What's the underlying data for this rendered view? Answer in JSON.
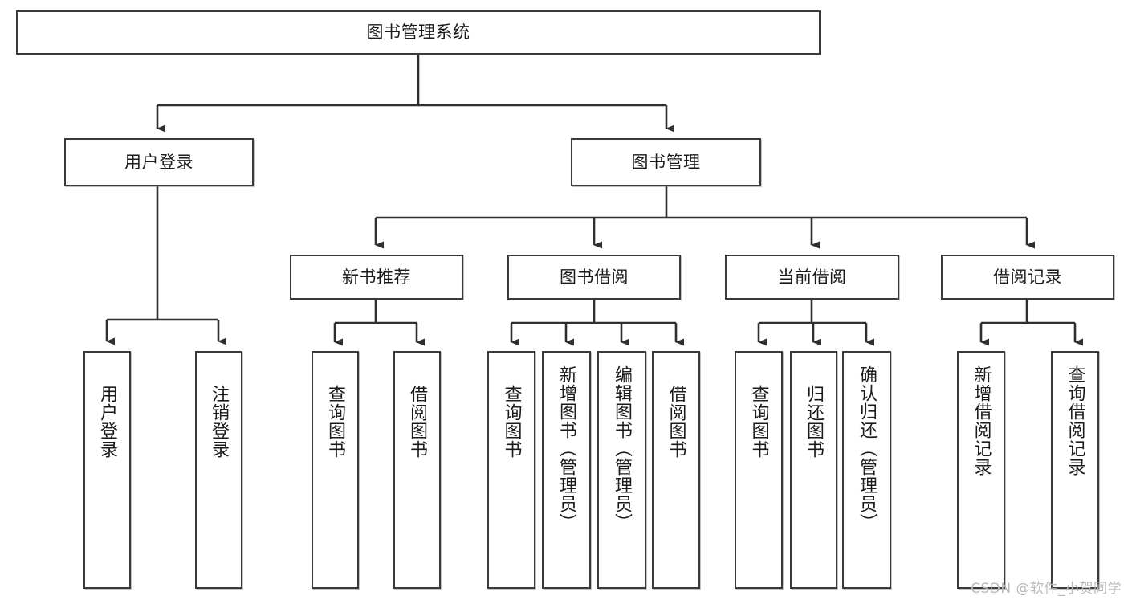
{
  "diagram": {
    "title": "图书管理系统",
    "type": "tree-hierarchy",
    "root": {
      "label": "图书管理系统"
    },
    "level2": [
      {
        "label": "用户登录"
      },
      {
        "label": "图书管理"
      }
    ],
    "level3": [
      {
        "label": "新书推荐"
      },
      {
        "label": "图书借阅"
      },
      {
        "label": "当前借阅"
      },
      {
        "label": "借阅记录"
      }
    ],
    "leaves": {
      "user_login": [
        {
          "label": "用户登录"
        },
        {
          "label": "注销登录"
        }
      ],
      "new_book_recommend": [
        {
          "label": "查询图书"
        },
        {
          "label": "借阅图书"
        }
      ],
      "book_borrow": [
        {
          "label": "查询图书"
        },
        {
          "label": "新增图书（管理员）"
        },
        {
          "label": "编辑图书（管理员）"
        },
        {
          "label": "借阅图书"
        }
      ],
      "current_borrow": [
        {
          "label": "查询图书"
        },
        {
          "label": "归还图书"
        },
        {
          "label": "确认归还（管理员）"
        }
      ],
      "borrow_record": [
        {
          "label": "新增借阅记录"
        },
        {
          "label": "查询借阅记录"
        }
      ]
    }
  },
  "watermark": {
    "text": "CSDN @软件_小贺同学"
  },
  "colors": {
    "box_border": "#3a3a3a",
    "box_fill": "#ffffff",
    "connector": "#2f2f2f",
    "text": "#1b1b1b",
    "watermark": "#b9b9b9"
  }
}
